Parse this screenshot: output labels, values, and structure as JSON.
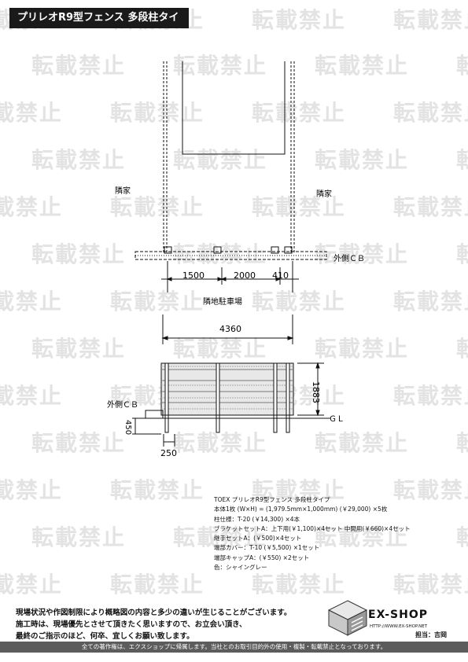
{
  "header": {
    "title": "プリレオR9型フェンス 多段柱タイプ"
  },
  "watermark": {
    "text": "転載禁止"
  },
  "plan": {
    "neighbor_left": "隣家",
    "neighbor_right": "隣家",
    "outer_cb": "外側ＣＢ",
    "dim_1": "1500",
    "dim_2": "2000",
    "dim_3": "410",
    "parking": "隣地駐車場",
    "dim_total": "4360"
  },
  "elevation": {
    "outer_cb": "外側ＣＢ",
    "height": "1883",
    "gl": "ＧＬ",
    "dim_450": "450",
    "dim_250": "250"
  },
  "spec": {
    "lines": [
      "TOEX プリレオR9型フェンス 多段柱タイプ",
      "本体1枚 (W×H) = (1,979.5mm×1,000mm)  (￥29,000) ×5枚",
      "柱仕様：T-20 (￥14,300) ×4本",
      "ブラケットセットA：上下用(￥1,100)×4セット 中間用(￥660)×4セット",
      "継手セットA：(￥500)×4セット",
      "端部カバー：T-10 (￥5,500) ×1セット",
      "端部キャップA：(￥550) ×2セット",
      "色：シャイングレー"
    ]
  },
  "notes": {
    "lines": [
      "現場状況や作図制限により概略図の内容と多少の違いが生じることがございます。",
      "施工時は、現場優先とさせて頂きたく思いますので、お立会い頂き、",
      "最終のご指示のほど、何卒、宜しくお願い致します。"
    ]
  },
  "brand": {
    "name": "EX-SHOP",
    "url": "HTTP://WWW.EX-SHOP.NET",
    "staff": "担当：吉岡"
  },
  "footer": {
    "text": "全ての著作権は、エクスショップに帰属します。当社とのお取引目的外の使用・複製・転載禁止となっております。"
  }
}
